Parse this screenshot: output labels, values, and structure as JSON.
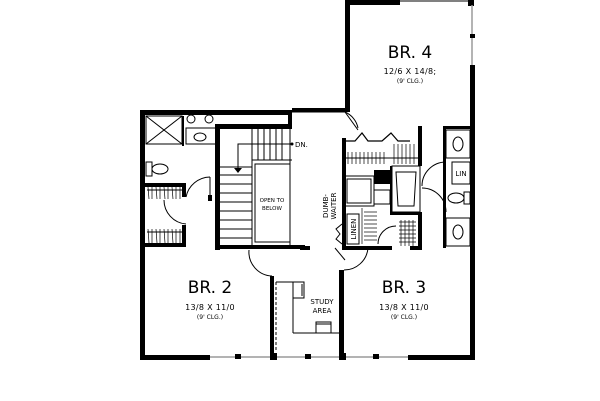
{
  "plan": {
    "rooms": [
      {
        "id": "br4",
        "name": "BR. 4",
        "dimensions": "12/6 X 14/8;",
        "ceiling": "(9' CLG.)"
      },
      {
        "id": "br2",
        "name": "BR. 2",
        "dimensions": "13/8 X 11/0",
        "ceiling": "(9' CLG.)"
      },
      {
        "id": "br3",
        "name": "BR. 3",
        "dimensions": "13/8 X 11/0",
        "ceiling": "(9' CLG.)"
      }
    ],
    "labels": {
      "stairs_down": "DN.",
      "open_to_below_line1": "OPEN TO",
      "open_to_below_line2": "BELOW",
      "dumbwaiter_line1": "DUMB-",
      "dumbwaiter_line2": "WAITER",
      "linen": "LINEN",
      "lin": "LIN",
      "study_line1": "STUDY",
      "study_line2": "AREA"
    },
    "colors": {
      "wall": "#000000",
      "window": "#9a9a9a",
      "background": "#ffffff"
    }
  }
}
